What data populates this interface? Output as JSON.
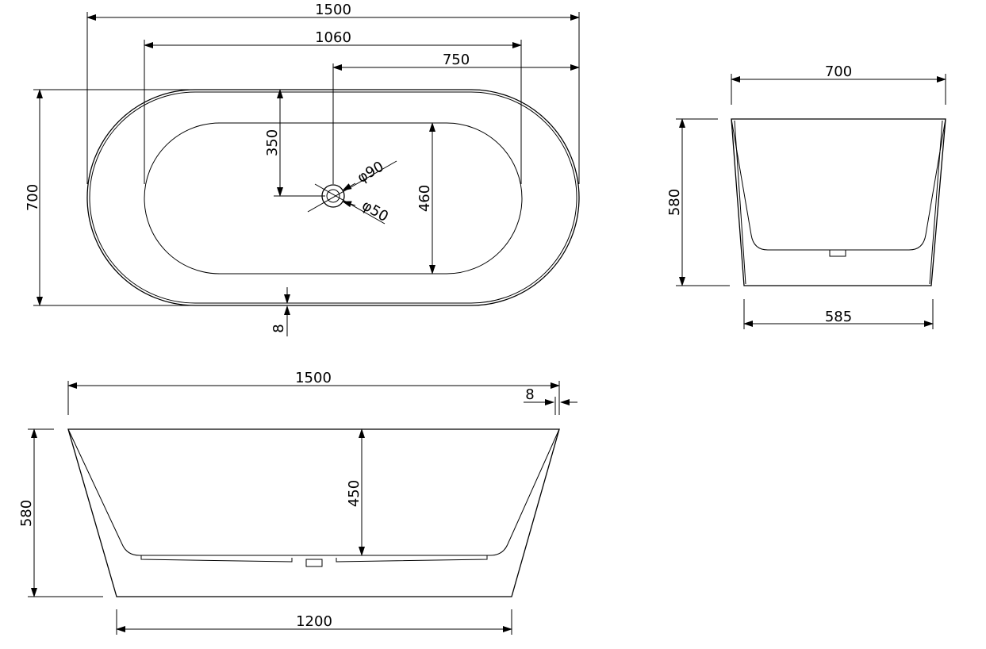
{
  "top_view": {
    "dims": {
      "overall_length": "1500",
      "inner_length": "1060",
      "drain_offset": "750",
      "overall_width": "700",
      "drain_from_edge": "350",
      "inner_width": "460",
      "overflow_dia": "φ90",
      "drain_dia": "φ50",
      "rim_thickness": "8"
    }
  },
  "end_view": {
    "dims": {
      "top_width": "700",
      "height": "580",
      "base_width": "585"
    }
  },
  "side_view": {
    "dims": {
      "overall_length": "1500",
      "rim": "8",
      "height": "580",
      "depth": "450",
      "base_length": "1200"
    }
  }
}
